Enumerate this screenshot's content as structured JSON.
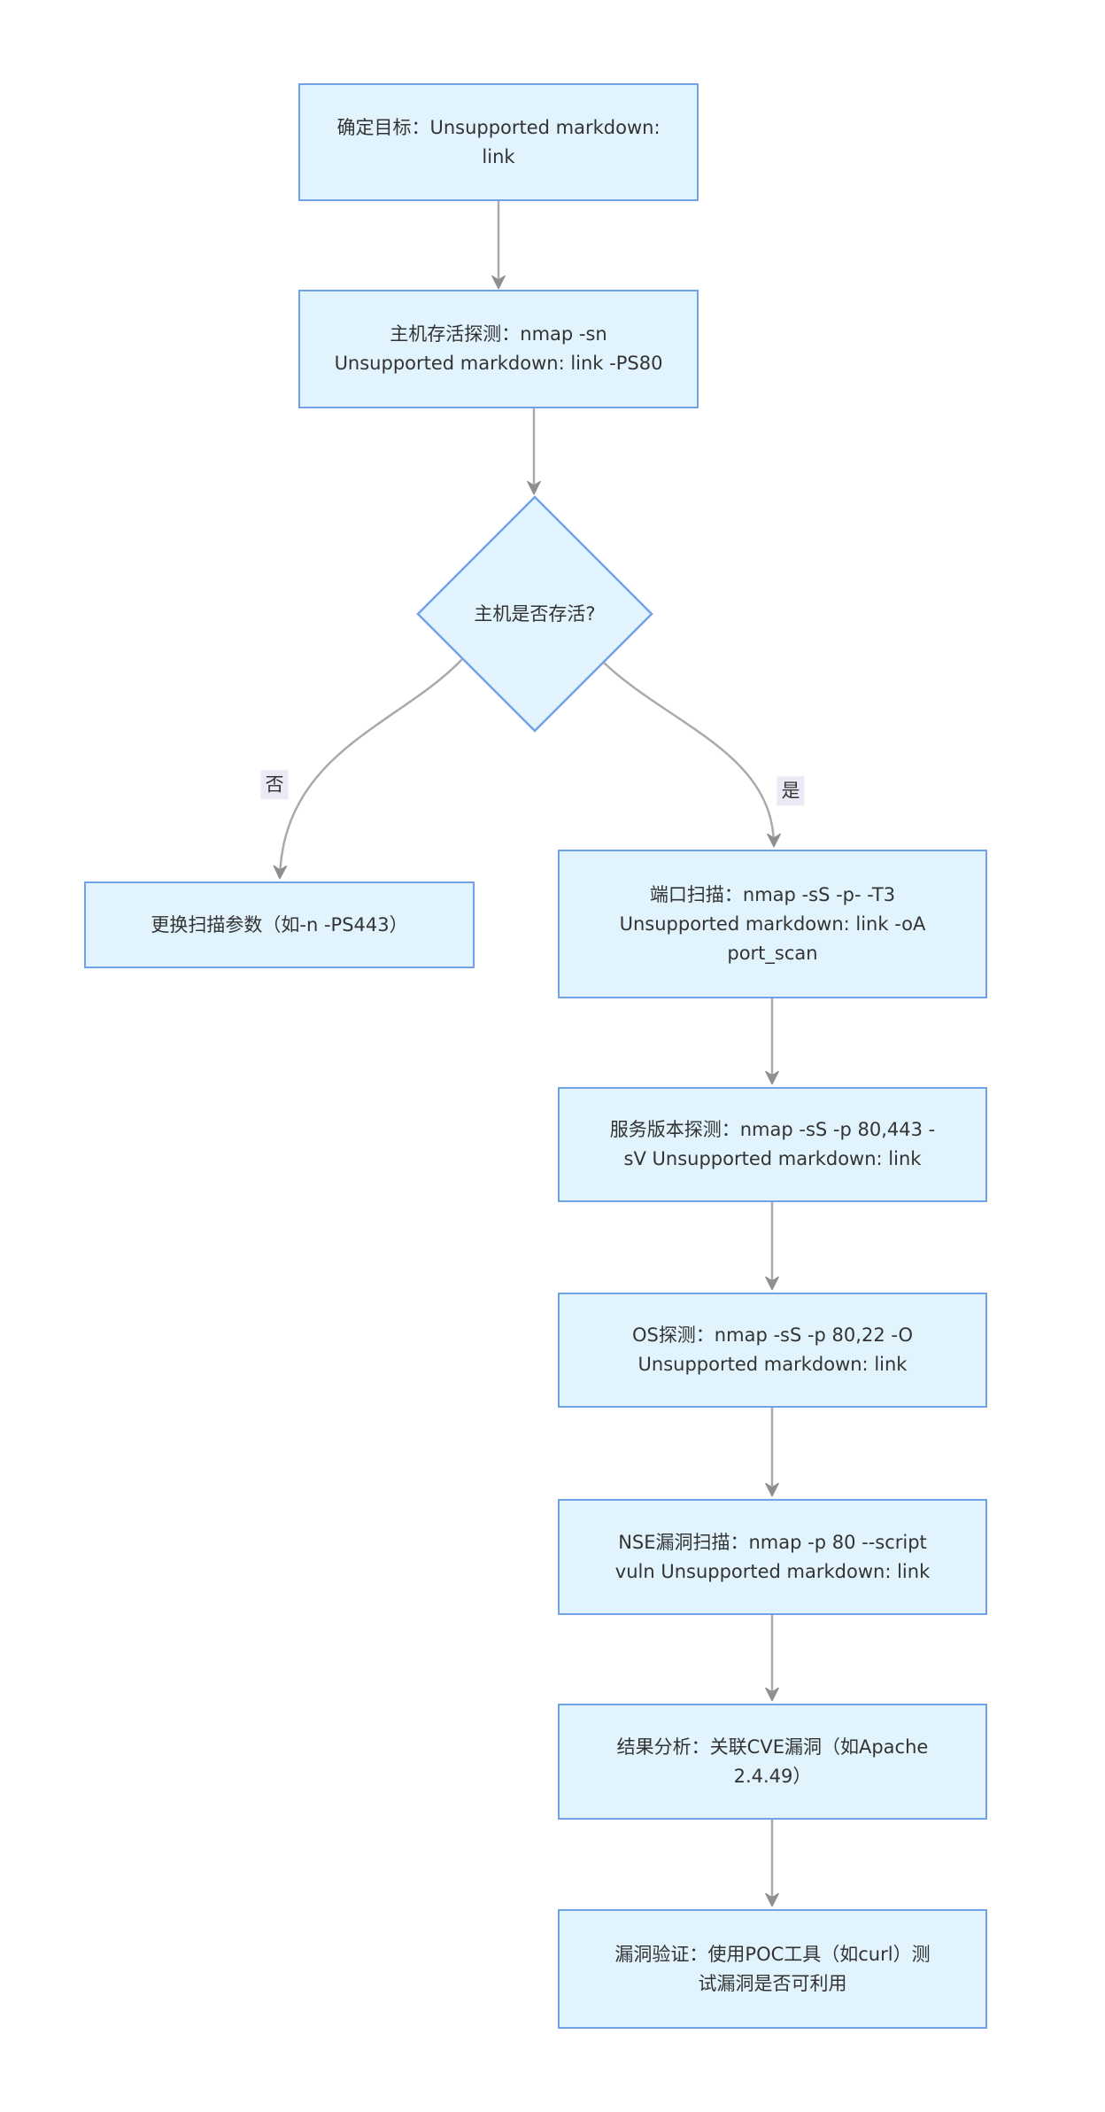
{
  "diagram": {
    "type": "flowchart",
    "nodes": {
      "target": {
        "text": "确定目标：Unsupported markdown:\nlink"
      },
      "host_discovery": {
        "text": "主机存活探测：nmap -sn\nUnsupported markdown: link -PS80"
      },
      "host_alive_decision": {
        "text": "主机是否存活?"
      },
      "change_params": {
        "text": "更换扫描参数（如-n -PS443）"
      },
      "port_scan": {
        "text": "端口扫描：nmap -sS -p- -T3\nUnsupported markdown: link -oA\nport_scan"
      },
      "service_version": {
        "text": "服务版本探测：nmap -sS -p 80,443 -\nsV Unsupported markdown: link"
      },
      "os_detect": {
        "text": "OS探测：nmap -sS -p 80,22 -O\nUnsupported markdown: link"
      },
      "nse_vuln_scan": {
        "text": "NSE漏洞扫描：nmap -p 80 --script\nvuln Unsupported markdown: link"
      },
      "result_analysis": {
        "text": "结果分析：关联CVE漏洞（如Apache\n2.4.49）"
      },
      "vuln_verify": {
        "text": "漏洞验证：使用POC工具（如curl）测\n试漏洞是否可利用"
      }
    },
    "edge_labels": {
      "no": "否",
      "yes": "是"
    },
    "colors": {
      "background": "#ffffff",
      "node_fill": "#e1f4fd",
      "node_border": "#70a1e9",
      "edge": "#aaaaaa",
      "arrow": "#8f8f8f",
      "label_bg": "#ece8f6",
      "text": "#333333"
    }
  }
}
